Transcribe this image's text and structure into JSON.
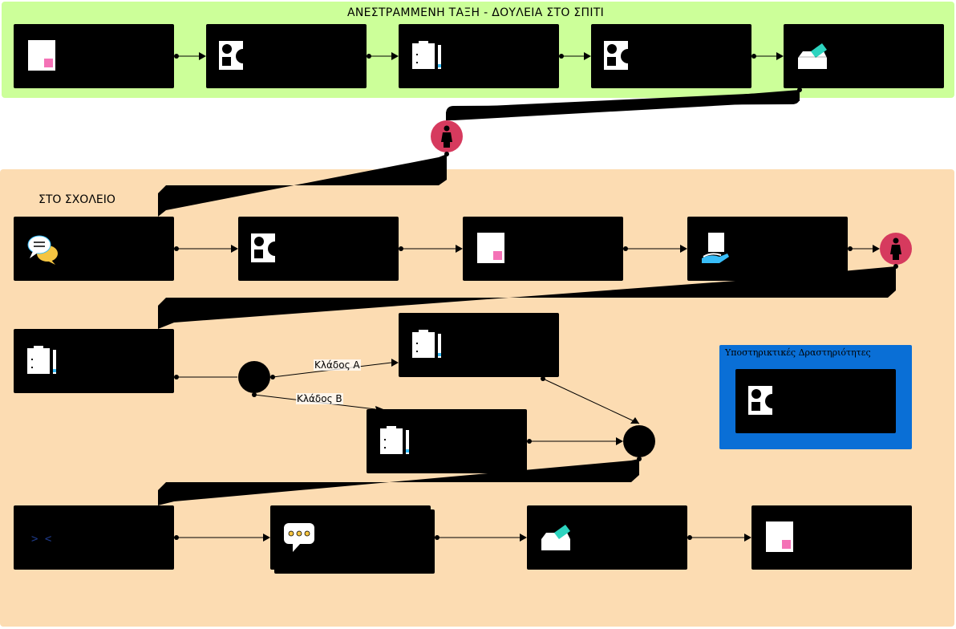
{
  "lanes": {
    "home": {
      "title": "ΑΝΕΣΤΡΑΜΜΕΝΗ ΤΑΞΗ - ΔΟΥΛΕΙΑ ΣΤΟ ΣΠΙΤΙ",
      "color": "#ccff99"
    },
    "school": {
      "title": "ΣΤΟ ΣΧΟΛΕΙΟ",
      "color": "#fcdcb2"
    },
    "support": {
      "title": "Υποστηρικτικές Δραστηριότητες",
      "color": "#0a6fd6"
    }
  },
  "branches": {
    "a": "Κλάδος Α",
    "b": "Κλάδος Β"
  },
  "colors": {
    "block": "#000000",
    "person": "#d63a5e",
    "accent_pink": "#f472b6",
    "accent_teal": "#2dd4bf",
    "accent_blue": "#38bdf8",
    "accent_yellow": "#f5c542"
  },
  "icons": {
    "home": [
      "document-icon",
      "shapes-icon",
      "clipboard-pencil-icon",
      "shapes-icon",
      "ballot-box-icon"
    ],
    "school_row1": [
      "chat-bubbles-icon",
      "shapes-icon",
      "document-icon",
      "hand-document-icon"
    ],
    "school_row2": [
      "clipboard-pencil-icon"
    ],
    "branch_a": "clipboard-pencil-icon",
    "branch_b": "clipboard-pencil-icon",
    "school_row3": [
      "code-brackets-icon",
      "speech-bubble-dots-icon",
      "ballot-box-icon",
      "document-icon"
    ],
    "support": "shapes-icon",
    "actor": "person-icon"
  }
}
